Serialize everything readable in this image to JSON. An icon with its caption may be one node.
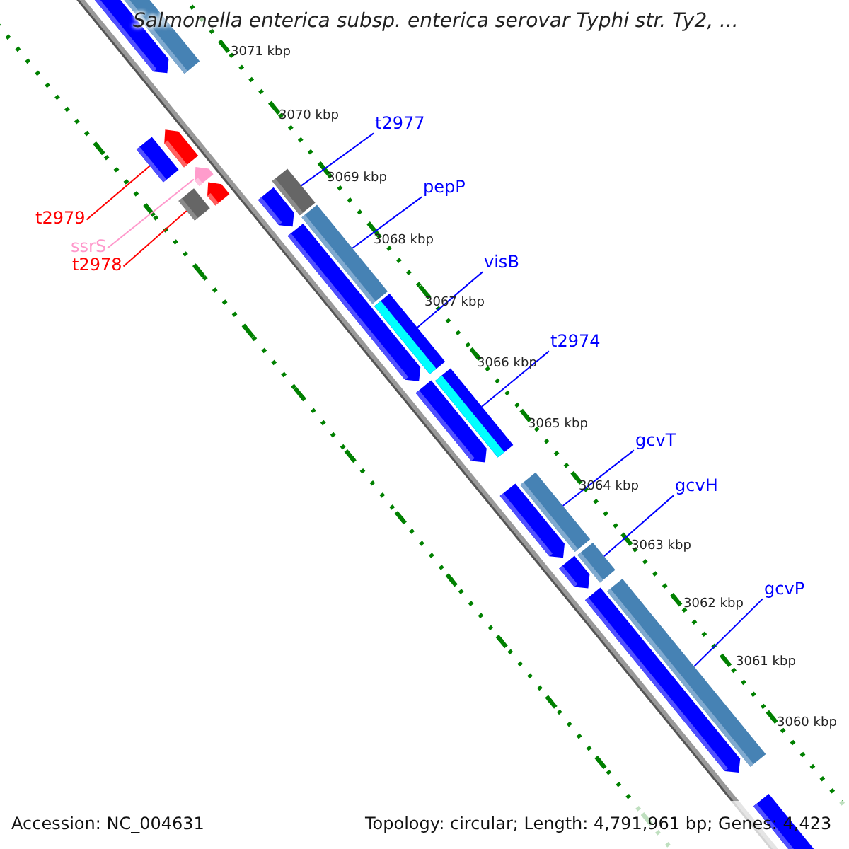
{
  "diagram": {
    "title": "Salmonella enterica subsp. enterica serovar Typhi str. Ty2, ...",
    "nodes": [
      {
        "text": [
          "t2977"
        ]
      },
      {
        "text": [
          "pepP"
        ]
      },
      {
        "text": [
          "t2979"
        ]
      },
      {
        "text": [
          "ssrS"
        ]
      },
      {
        "text": [
          "t2978"
        ]
      },
      {
        "text": [
          "visB"
        ]
      },
      {
        "text": [
          "t2974"
        ]
      },
      {
        "text": [
          "gcvT"
        ]
      },
      {
        "text": [
          "gcvH"
        ]
      },
      {
        "text": [
          "gcvP"
        ]
      },
      {
        "text": [],
        "shape": "bar"
      },
      {
        "text": [],
        "shape": "bar"
      },
      {
        "text": [],
        "shape": "bar"
      },
      {
        "text": [],
        "shape": "bar"
      },
      {
        "text": [],
        "shape": "bar"
      },
      {
        "text": [],
        "shape": "bar"
      },
      {
        "text": [],
        "shape": "bar"
      },
      {
        "text": [],
        "shape": "bar"
      },
      {
        "text": [],
        "shape": "bar"
      },
      {
        "text": [],
        "shape": "bar"
      },
      {
        "text": [],
        "shape": "bar"
      },
      {
        "text": [],
        "shape": "bar"
      },
      {
        "text": [],
        "shape": "bar"
      },
      {
        "text": [],
        "shape": "bar"
      },
      {
        "text": [],
        "shape": "bar"
      },
      {
        "text": [],
        "shape": "bar"
      },
      {
        "text": [],
        "shape": "bar"
      },
      {
        "text": [],
        "shape": "bar"
      },
      {
        "text": [],
        "shape": "bar"
      },
      {
        "text": [],
        "shape": "bar"
      },
      {
        "text": [],
        "shape": "bar"
      }
    ],
    "edges": [
      {
        "from": 0,
        "to": 17,
        "arrow": "none"
      },
      {
        "from": 1,
        "to": 19,
        "arrow": "none"
      },
      {
        "from": 2,
        "to": 12,
        "arrow": "none",
        "color": "#ff0000"
      },
      {
        "from": 3,
        "to": 14,
        "arrow": "none",
        "color": "#ff99cc"
      },
      {
        "from": 4,
        "to": 15,
        "arrow": "none",
        "color": "#ff0000"
      },
      {
        "from": 5,
        "to": 21,
        "arrow": "none"
      },
      {
        "from": 6,
        "to": 23,
        "arrow": "none"
      },
      {
        "from": 7,
        "to": 25,
        "arrow": "none"
      },
      {
        "from": 8,
        "to": 27,
        "arrow": "none"
      },
      {
        "from": 9,
        "to": 29,
        "arrow": "none"
      }
    ],
    "labels": [
      "3071 kbp",
      "3070 kbp",
      "3069 kbp",
      "3068 kbp",
      "3067 kbp",
      "3066 kbp",
      "3065 kbp",
      "3064 kbp",
      "3063 kbp",
      "3062 kbp",
      "3061 kbp",
      "3060 kbp",
      "Accession: NC_004631",
      "Topology: circular; Length: 4,791,961 bp; Genes: 4,423"
    ]
  }
}
